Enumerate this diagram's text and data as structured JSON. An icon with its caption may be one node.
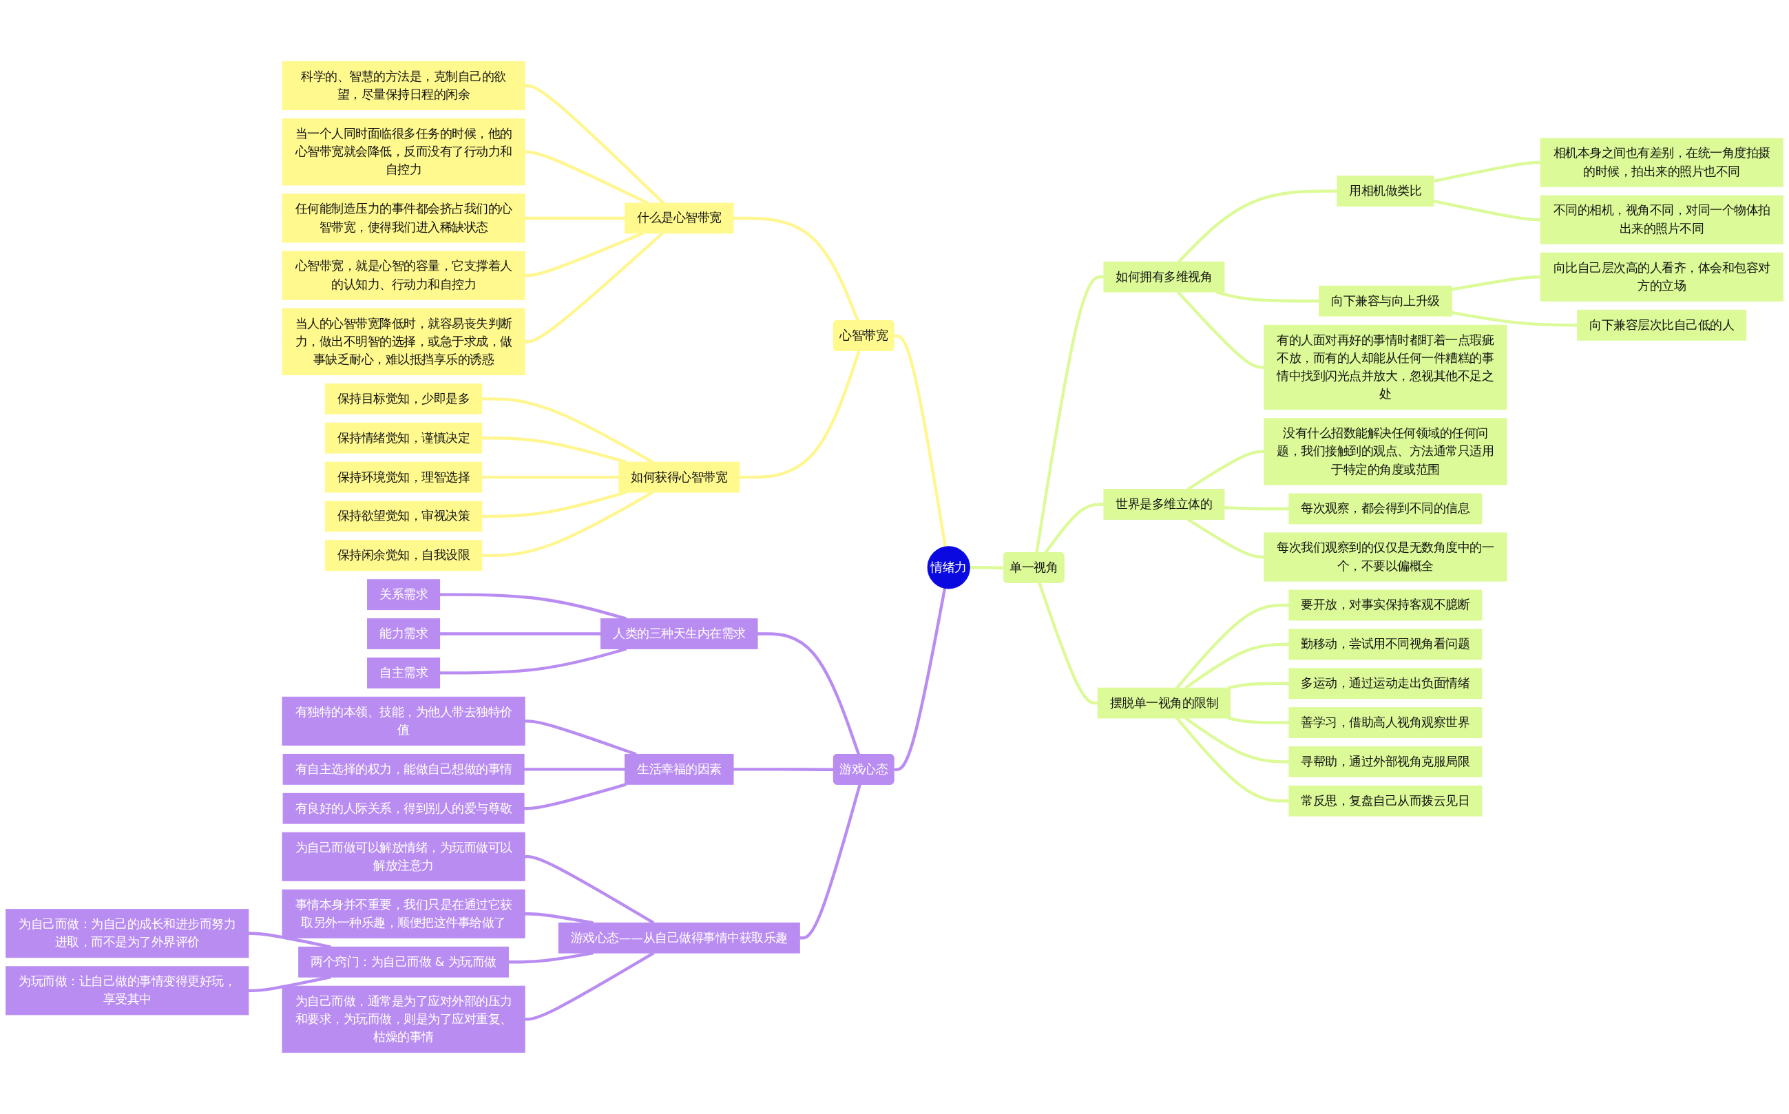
{
  "diagram": {
    "nodes": [
      {
        "text": [
          "情绪力"
        ]
      },
      {
        "text": [
          "单一视角"
        ]
      },
      {
        "text": [
          "如何拥有多维视角"
        ]
      },
      {
        "text": [
          "用相机做类比"
        ]
      },
      {
        "text": [
          "相机本身之间也有差别，在统一角度拍摄的时候，拍出来的照片也不同"
        ]
      },
      {
        "text": [
          "不同的相机，视角不同，对同一个物体拍出来的照片不同"
        ]
      },
      {
        "text": [
          "向下兼容与向上升级"
        ]
      },
      {
        "text": [
          "向比自己层次高的人看齐，体会和包容对方的立场"
        ]
      },
      {
        "text": [
          "向下兼容层次比自己低的人"
        ]
      },
      {
        "text": [
          "有的人面对再好的事情时都盯着一点瑕疵不放，而有的人却能从任何一件糟糕的事情中找到闪光点并放大，忽视其他不足之处"
        ]
      },
      {
        "text": [
          "世界是多维立体的"
        ]
      },
      {
        "text": [
          "没有什么招数能解决任何领域的任何问题，我们接触到的观点、方法通常只适用于特定的角度或范围"
        ]
      },
      {
        "text": [
          "每次观察，都会得到不同的信息"
        ]
      },
      {
        "text": [
          "每次我们观察到的仅仅是无数角度中的一个，不要以偏概全"
        ]
      },
      {
        "text": [
          "要开放，对事实保持客观不臆断"
        ]
      },
      {
        "text": [
          "摆脱单一视角的限制"
        ]
      },
      {
        "text": [
          "勤移动，尝试用不同视角看问题"
        ]
      },
      {
        "text": [
          "多运动，通过运动走出负面情绪"
        ]
      },
      {
        "text": [
          "善学习，借助高人视角观察世界"
        ]
      },
      {
        "text": [
          "寻帮助，通过外部视角克服局限"
        ]
      },
      {
        "text": [
          "常反思，复盘自己从而拨云见日"
        ]
      },
      {
        "text": [
          "心智带宽"
        ]
      },
      {
        "text": [
          "什么是心智带宽"
        ]
      },
      {
        "text": [
          "科学的、智慧的方法是，克制自己的欲望，尽量保持日程的闲余"
        ]
      },
      {
        "text": [
          "当一个人同时面临很多任务的时候，他的心智带宽就会降低，反而没有了行动力和自控力"
        ]
      },
      {
        "text": [
          "任何能制造压力的事件都会挤占我们的心智带宽，使得我们进入稀缺状态"
        ]
      },
      {
        "text": [
          "心智带宽，就是心智的容量，它支撑着人的认知力、行动力和自控力"
        ]
      },
      {
        "text": [
          "当人的心智带宽降低时，就容易丧失判断力，做出不明智的选择，或急于求成，做事缺乏耐心，难以抵挡享乐的诱惑"
        ]
      },
      {
        "text": [
          "如何获得心智带宽"
        ]
      },
      {
        "text": [
          "保持目标觉知，少即是多"
        ]
      },
      {
        "text": [
          "保持情绪觉知，谨慎决定"
        ]
      },
      {
        "text": [
          "保持环境觉知，理智选择"
        ]
      },
      {
        "text": [
          "保持欲望觉知，审视决策"
        ]
      },
      {
        "text": [
          "保持闲余觉知，自我设限"
        ]
      },
      {
        "text": [
          "游戏心态"
        ]
      },
      {
        "text": [
          "人类的三种天生内在需求"
        ]
      },
      {
        "text": [
          "关系需求"
        ]
      },
      {
        "text": [
          "能力需求"
        ]
      },
      {
        "text": [
          "自主需求"
        ]
      },
      {
        "text": [
          "生活幸福的因素"
        ]
      },
      {
        "text": [
          "有独特的本领、技能，为他人带去独特价值"
        ]
      },
      {
        "text": [
          "有自主选择的权力，能做自己想做的事情"
        ]
      },
      {
        "text": [
          "有良好的人际关系，得到别人的爱与尊敬"
        ]
      },
      {
        "text": [
          "游戏心态——从自己做得事情中获取乐趣"
        ]
      },
      {
        "text": [
          "为自己而做可以解放情绪，为玩而做可以解放注意力"
        ]
      },
      {
        "text": [
          "事情本身并不重要，我们只是在通过它获取另外一种乐趣，顺便把这件事给做了"
        ]
      },
      {
        "text": [
          "两个窍门：为自己而做 & 为玩而做"
        ]
      },
      {
        "text": [
          "为自己而做：为自己的成长和进步而努力进取，而不是为了外界评价"
        ]
      },
      {
        "text": [
          "为玩而做：让自己做的事情变得更好玩，享受其中"
        ]
      },
      {
        "text": [
          "为自己而做，通常是为了应对外部的压力和要求，为玩而做，则是为了应对重复、枯燥的事情"
        ]
      }
    ],
    "edges": [
      {
        "from": 0,
        "to": 1,
        "arrow": "none"
      },
      {
        "from": 1,
        "to": 2,
        "arrow": "none"
      },
      {
        "from": 2,
        "to": 3,
        "arrow": "none"
      },
      {
        "from": 3,
        "to": 4,
        "arrow": "none"
      },
      {
        "from": 3,
        "to": 5,
        "arrow": "none"
      },
      {
        "from": 2,
        "to": 6,
        "arrow": "none"
      },
      {
        "from": 6,
        "to": 7,
        "arrow": "none"
      },
      {
        "from": 6,
        "to": 8,
        "arrow": "none"
      },
      {
        "from": 2,
        "to": 9,
        "arrow": "none"
      },
      {
        "from": 1,
        "to": 10,
        "arrow": "none"
      },
      {
        "from": 10,
        "to": 11,
        "arrow": "none"
      },
      {
        "from": 10,
        "to": 12,
        "arrow": "none"
      },
      {
        "from": 10,
        "to": 13,
        "arrow": "none"
      },
      {
        "from": 1,
        "to": 15,
        "arrow": "none"
      },
      {
        "from": 15,
        "to": 14,
        "arrow": "none"
      },
      {
        "from": 15,
        "to": 16,
        "arrow": "none"
      },
      {
        "from": 15,
        "to": 17,
        "arrow": "none"
      },
      {
        "from": 15,
        "to": 18,
        "arrow": "none"
      },
      {
        "from": 15,
        "to": 19,
        "arrow": "none"
      },
      {
        "from": 15,
        "to": 20,
        "arrow": "none"
      },
      {
        "from": 0,
        "to": 21,
        "arrow": "none",
        "color": "#fff68f"
      },
      {
        "from": 21,
        "to": 22,
        "arrow": "none",
        "color": "#fff68f"
      },
      {
        "from": 22,
        "to": 23,
        "arrow": "none",
        "color": "#fff68f"
      },
      {
        "from": 22,
        "to": 24,
        "arrow": "none",
        "color": "#fff68f"
      },
      {
        "from": 22,
        "to": 25,
        "arrow": "none",
        "color": "#fff68f"
      },
      {
        "from": 22,
        "to": 26,
        "arrow": "none",
        "color": "#fff68f"
      },
      {
        "from": 22,
        "to": 27,
        "arrow": "none",
        "color": "#fff68f"
      },
      {
        "from": 21,
        "to": 28,
        "arrow": "none",
        "color": "#fff68f"
      },
      {
        "from": 28,
        "to": 29,
        "arrow": "none",
        "color": "#fff68f"
      },
      {
        "from": 28,
        "to": 30,
        "arrow": "none",
        "color": "#fff68f"
      },
      {
        "from": 28,
        "to": 31,
        "arrow": "none",
        "color": "#fff68f"
      },
      {
        "from": 28,
        "to": 32,
        "arrow": "none",
        "color": "#fff68f"
      },
      {
        "from": 28,
        "to": 33,
        "arrow": "none",
        "color": "#fff68f"
      },
      {
        "from": 0,
        "to": 34,
        "arrow": "none",
        "color": "#b98cf2"
      },
      {
        "from": 34,
        "to": 35,
        "arrow": "none",
        "color": "#b98cf2"
      },
      {
        "from": 35,
        "to": 36,
        "arrow": "none",
        "color": "#b98cf2"
      },
      {
        "from": 35,
        "to": 37,
        "arrow": "none",
        "color": "#b98cf2"
      },
      {
        "from": 35,
        "to": 38,
        "arrow": "none",
        "color": "#b98cf2"
      },
      {
        "from": 34,
        "to": 39,
        "arrow": "none",
        "color": "#b98cf2"
      },
      {
        "from": 39,
        "to": 40,
        "arrow": "none",
        "color": "#b98cf2"
      },
      {
        "from": 39,
        "to": 41,
        "arrow": "none",
        "color": "#b98cf2"
      },
      {
        "from": 39,
        "to": 42,
        "arrow": "none",
        "color": "#b98cf2"
      },
      {
        "from": 34,
        "to": 43,
        "arrow": "none",
        "color": "#b98cf2"
      },
      {
        "from": 43,
        "to": 44,
        "arrow": "none",
        "color": "#b98cf2"
      },
      {
        "from": 43,
        "to": 45,
        "arrow": "none",
        "color": "#b98cf2"
      },
      {
        "from": 43,
        "to": 46,
        "arrow": "none",
        "color": "#b98cf2"
      },
      {
        "from": 46,
        "to": 47,
        "arrow": "none",
        "color": "#b98cf2"
      },
      {
        "from": 46,
        "to": 48,
        "arrow": "none",
        "color": "#b98cf2"
      },
      {
        "from": 43,
        "to": 49,
        "arrow": "none",
        "color": "#b98cf2"
      }
    ]
  }
}
